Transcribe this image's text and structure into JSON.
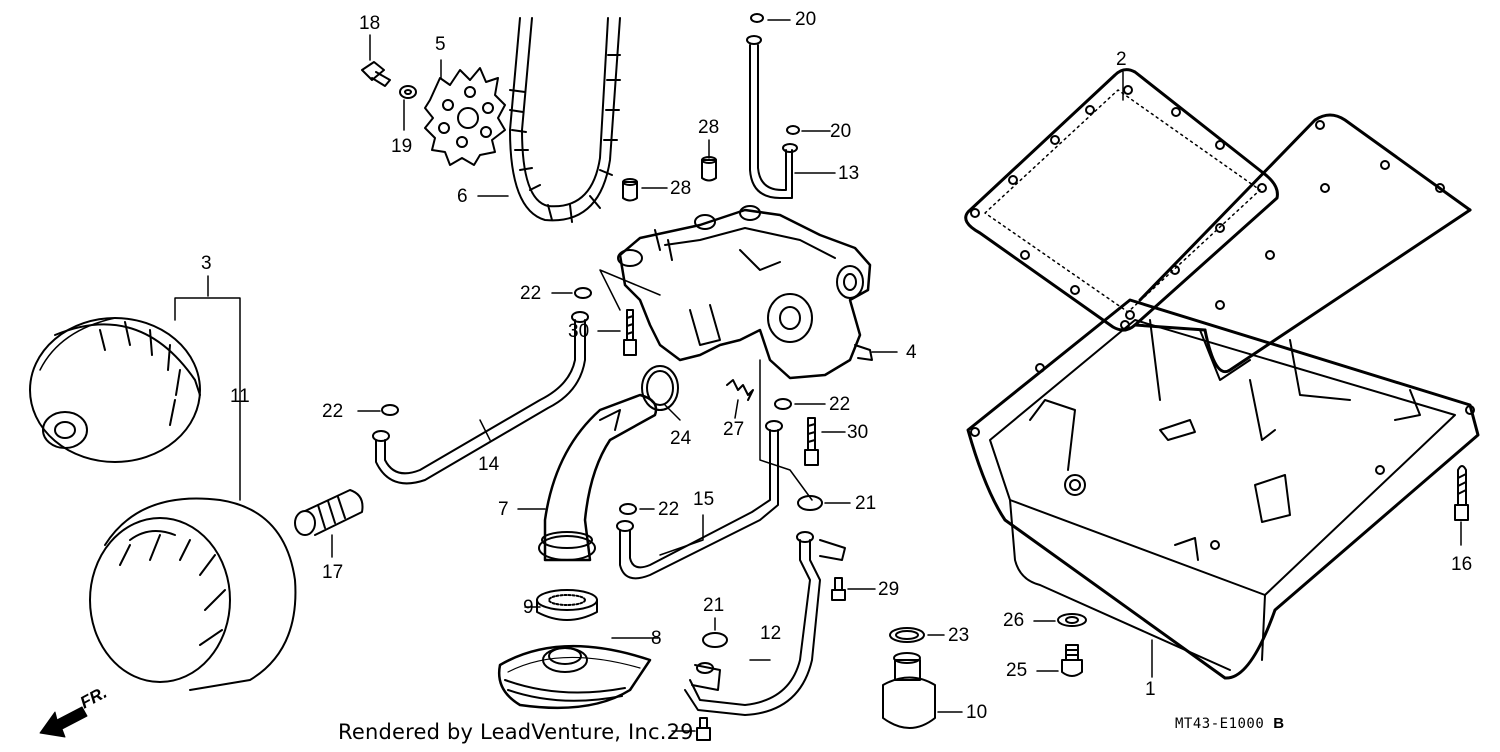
{
  "diagram": {
    "parts": [
      {
        "number": "1"
      },
      {
        "number": "2"
      },
      {
        "number": "3"
      },
      {
        "number": "4"
      },
      {
        "number": "5"
      },
      {
        "number": "6"
      },
      {
        "number": "7"
      },
      {
        "number": "8"
      },
      {
        "number": "9"
      },
      {
        "number": "10"
      },
      {
        "number": "11"
      },
      {
        "number": "12"
      },
      {
        "number": "13"
      },
      {
        "number": "14"
      },
      {
        "number": "15"
      },
      {
        "number": "16"
      },
      {
        "number": "17"
      },
      {
        "number": "18"
      },
      {
        "number": "19"
      },
      {
        "number": "20"
      },
      {
        "number": "20"
      },
      {
        "number": "21"
      },
      {
        "number": "21"
      },
      {
        "number": "22"
      },
      {
        "number": "22"
      },
      {
        "number": "22"
      },
      {
        "number": "22"
      },
      {
        "number": "23"
      },
      {
        "number": "24"
      },
      {
        "number": "25"
      },
      {
        "number": "26"
      },
      {
        "number": "27"
      },
      {
        "number": "28"
      },
      {
        "number": "28"
      },
      {
        "number": "29"
      },
      {
        "number": "29"
      },
      {
        "number": "30"
      },
      {
        "number": "30"
      }
    ],
    "direction_marker": "FR.",
    "credit": "Rendered by LeadVenture, Inc.",
    "credit_part_number": "29",
    "drawing_code": "MT43-E1000",
    "drawing_revision": "B"
  }
}
